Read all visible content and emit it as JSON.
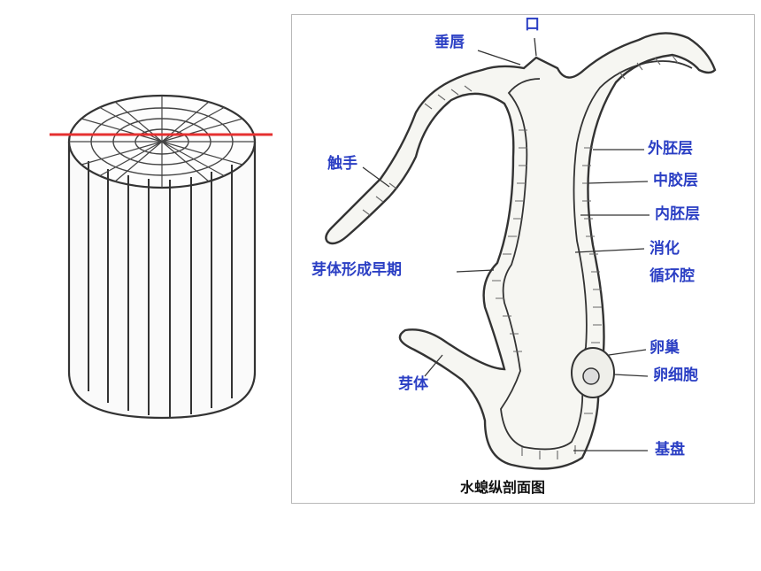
{
  "diagram": {
    "caption": "水螅纵剖面图",
    "labels": {
      "mouth": "口",
      "hypostome": "垂唇",
      "tentacle": "触手",
      "ectoderm": "外胚层",
      "mesoglea": "中胶层",
      "endoderm": "内胚层",
      "digestive_1": "消化",
      "digestive_2": "循环腔",
      "early_bud": "芽体形成早期",
      "ovary": "卵巢",
      "egg_cell": "卵细胞",
      "bud": "芽体",
      "basal_disc": "基盘"
    },
    "colors": {
      "label": "#2b3fc4",
      "cut_line": "#e53030",
      "ink": "#333333"
    }
  }
}
